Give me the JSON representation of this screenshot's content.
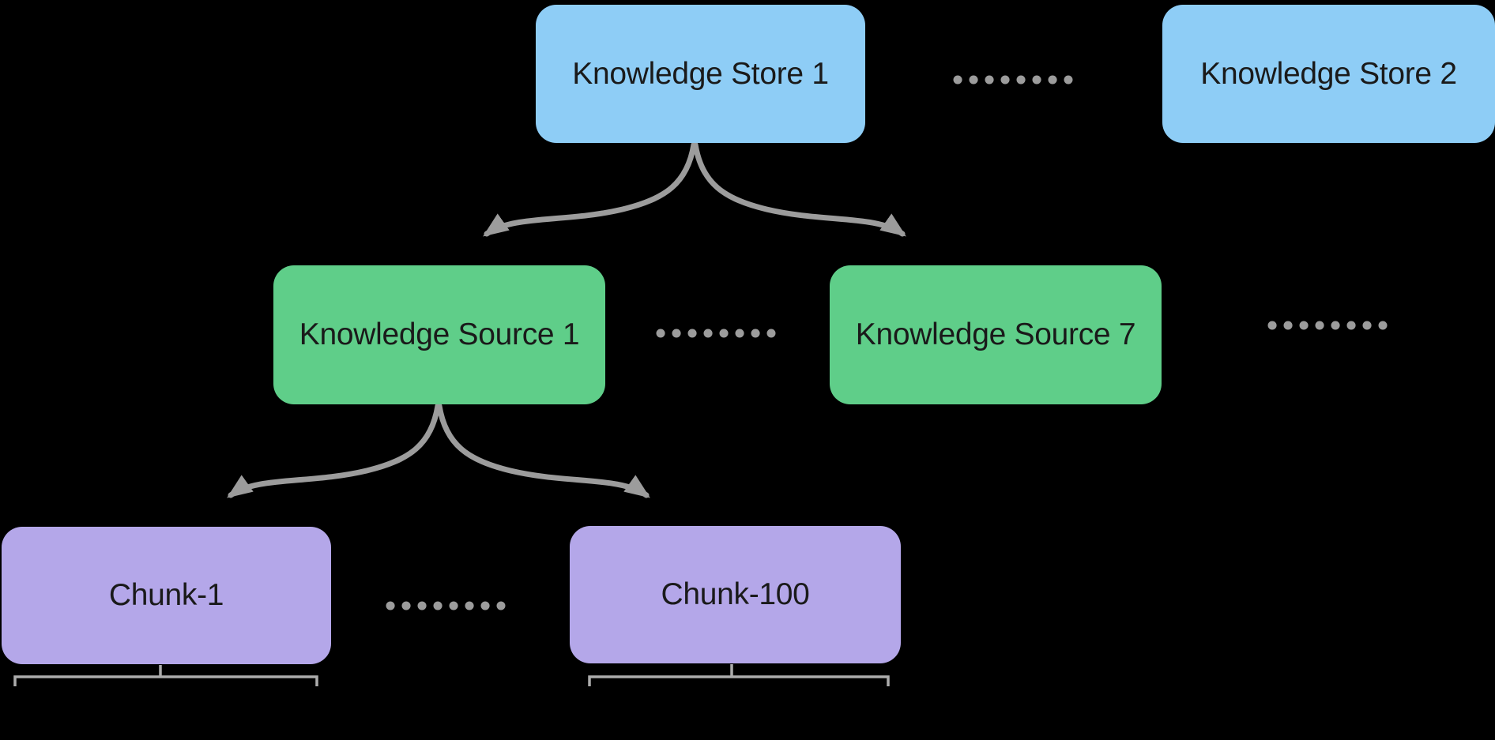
{
  "colors": {
    "background": "#000000",
    "store_fill": "#8ECDF6",
    "source_fill": "#5FCE89",
    "chunk_fill": "#B4A7E9",
    "connector": "#9C9C9C",
    "bracket": "#ACACAC",
    "label": "#1A1A1A"
  },
  "nodes": {
    "store1": {
      "label": "Knowledge Store 1"
    },
    "store2": {
      "label": "Knowledge Store 2"
    },
    "source1": {
      "label": "Knowledge Source 1"
    },
    "source7": {
      "label": "Knowledge Source 7"
    },
    "chunk1": {
      "label": "Chunk-1"
    },
    "chunk100": {
      "label": "Chunk-100"
    }
  }
}
